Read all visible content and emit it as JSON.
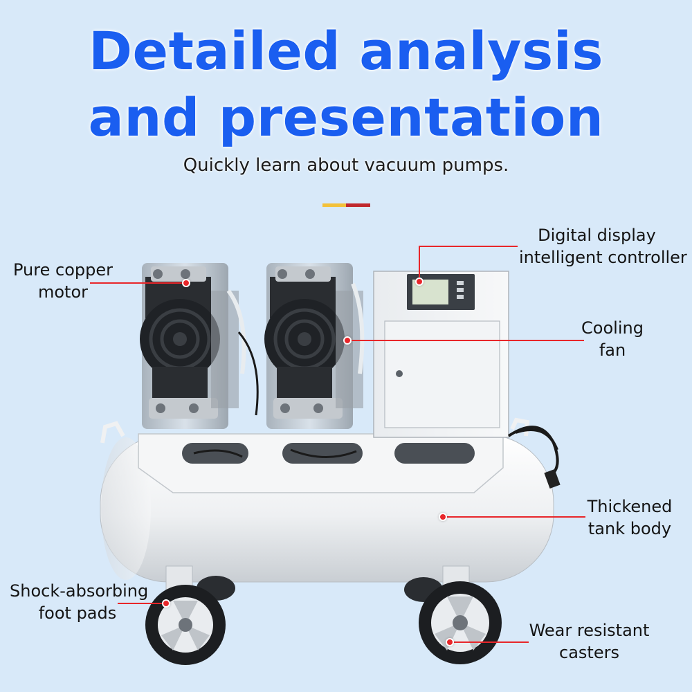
{
  "header": {
    "title_line1": "Detailed analysis",
    "title_line2": "and presentation",
    "subtitle": "Quickly learn about vacuum pumps."
  },
  "colors": {
    "background": "#d8e9f9",
    "title": "#1a5ef0",
    "accent_red": "#e8262a",
    "accent_yellow": "#f3c13a",
    "accent_darkred": "#c0282d"
  },
  "callouts": {
    "motor": {
      "line1": "Pure copper",
      "line2": "motor"
    },
    "display": {
      "line1": "Digital display",
      "line2": "intelligent controller"
    },
    "fan": {
      "line1": "Cooling",
      "line2": "fan"
    },
    "tank": {
      "line1": "Thickened",
      "line2": "tank body"
    },
    "pads": {
      "line1": "Shock-absorbing",
      "line2": "foot pads"
    },
    "casters": {
      "line1": "Wear resistant",
      "line2": "casters"
    }
  }
}
